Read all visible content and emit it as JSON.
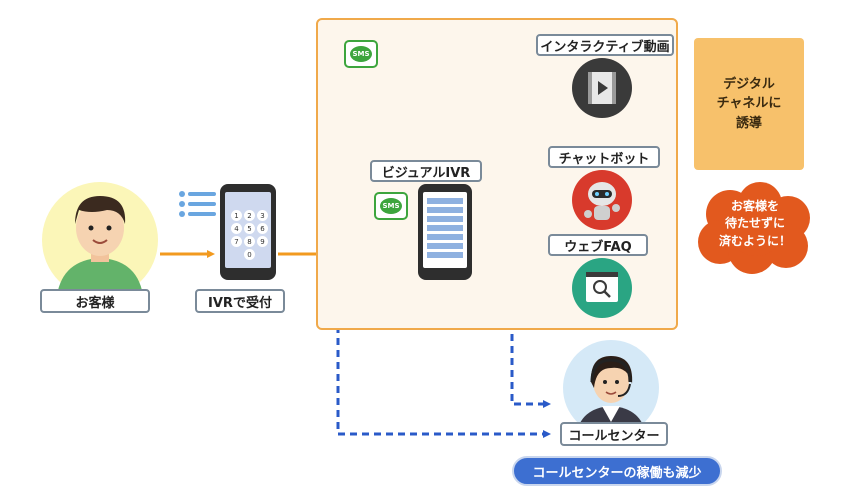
{
  "labels": {
    "customer": "お客様",
    "ivr": "IVRで受付",
    "visual_ivr": "ビジュアルIVR",
    "interactive_video": "インタラクティブ動画",
    "chatbot": "チャットボット",
    "web_faq": "ウェブFAQ",
    "call_center": "コールセンター",
    "sms_1": "SMS",
    "sms_2": "SMS"
  },
  "digital_box": {
    "line1": "デジタル",
    "line2": "チャネルに",
    "line3": "誘導"
  },
  "cloud": {
    "line1": "お客様を",
    "line2": "待たせずに",
    "line3": "済むように！"
  },
  "pill": "コールセンターの稼働も減少",
  "keypad": [
    "1",
    "2",
    "3",
    "4",
    "5",
    "6",
    "7",
    "8",
    "9",
    "0"
  ],
  "colors": {
    "orange": "#f29a1f",
    "blue": "#2a5ac8",
    "panel_border": "#f0a94a",
    "digital_box": "#f7c16b",
    "cloud": "#e2591e",
    "sms_green": "#3da53d",
    "pill": "#3d6fd1"
  }
}
